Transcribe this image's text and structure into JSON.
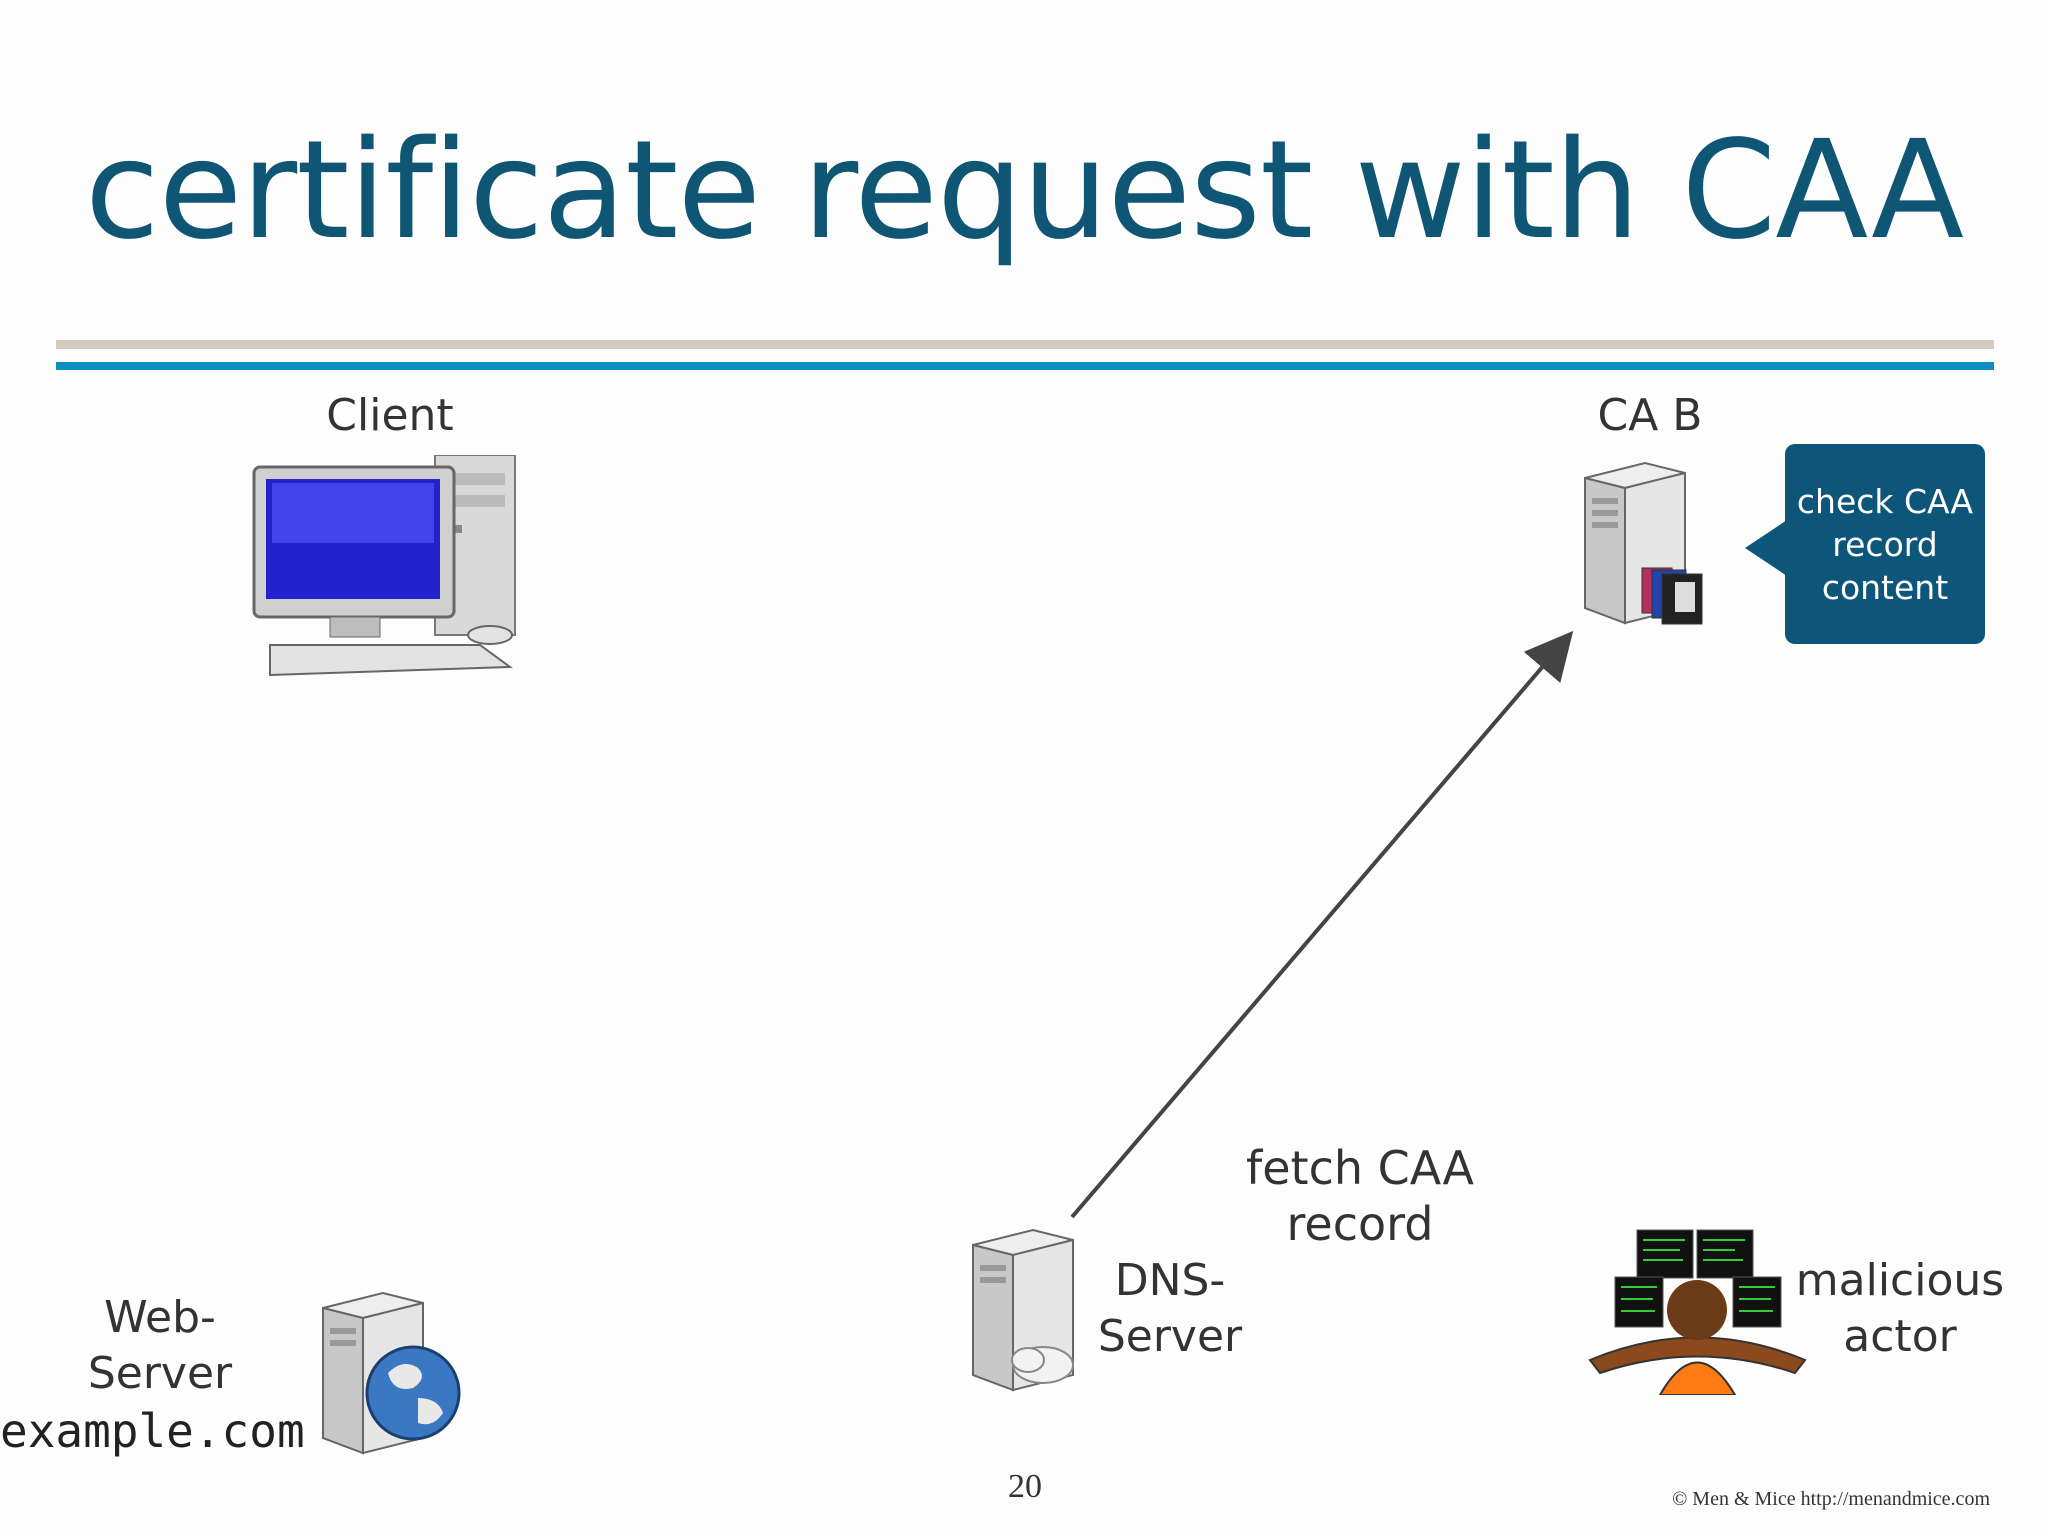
{
  "title": "certificate request with CAA",
  "nodes": {
    "client": {
      "label": "Client"
    },
    "ca_b": {
      "label": "CA B"
    },
    "web_server": {
      "line1": "Web-",
      "line2": "Server",
      "domain": "example.com"
    },
    "dns_server": {
      "line1": "DNS-",
      "line2": "Server"
    },
    "malicious_actor": {
      "line1": "malicious",
      "line2": "actor"
    }
  },
  "callout": {
    "line1": "check CAA",
    "line2": "record",
    "line3": "content"
  },
  "arrow": {
    "label": "fetch CAA record",
    "from": "dns_server",
    "to": "ca_b"
  },
  "page_number": "20",
  "footer": "© Men & Mice  http://menandmice.com",
  "colors": {
    "title": "#0f5574",
    "rule_top": "#d1cbc2",
    "rule_bottom": "#0a8fc2",
    "callout": "#0d5679",
    "arrow": "#444444"
  },
  "icons": [
    "desktop-computer-icon",
    "server-with-folders-icon",
    "server-with-globe-icon",
    "server-with-cloud-icon",
    "hacker-at-monitors-icon"
  ]
}
